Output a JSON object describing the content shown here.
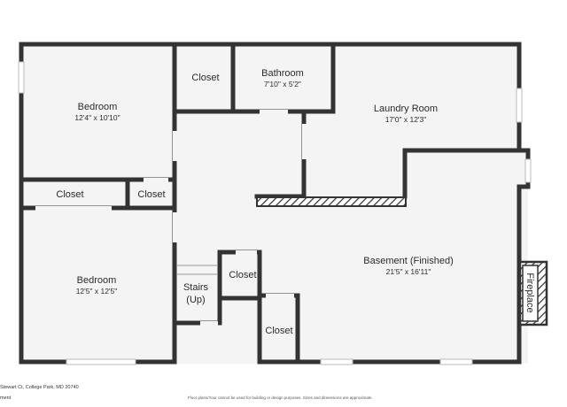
{
  "colors": {
    "wall": "#333333",
    "floor": "#f4f4f4",
    "window": "#ffffff",
    "window_line": "#bbbbbb",
    "text": "#2b2b2b"
  },
  "rooms": {
    "bedroom_1": {
      "name": "Bedroom",
      "dim": "12'4\" x 10'10\""
    },
    "closet_top": {
      "name": "Closet"
    },
    "bathroom": {
      "name": "Bathroom",
      "dim": "7'10\" x 5'2\""
    },
    "laundry": {
      "name": "Laundry Room",
      "dim": "17'0\" x 12'3\""
    },
    "closet_wide": {
      "name": "Closet"
    },
    "closet_small": {
      "name": "Closet"
    },
    "bedroom_2": {
      "name": "Bedroom",
      "dim": "12'5\" x 12'5\""
    },
    "stairs": {
      "line1": "Stairs",
      "line2": "(Up)"
    },
    "closet_stairs": {
      "name": "Closet"
    },
    "closet_bottom": {
      "name": "Closet"
    },
    "basement": {
      "name": "Basement (Finished)",
      "dim": "21'5\" x 16'11\""
    },
    "fireplace": {
      "name": "Fireplace"
    }
  },
  "footer": {
    "address": "Stewart Ct, College Park, MD 20740",
    "level": "ment",
    "disclaimer": "Floor plans/Your cannot be used for building or design purposes. Sizes and dimensions are approximate."
  }
}
